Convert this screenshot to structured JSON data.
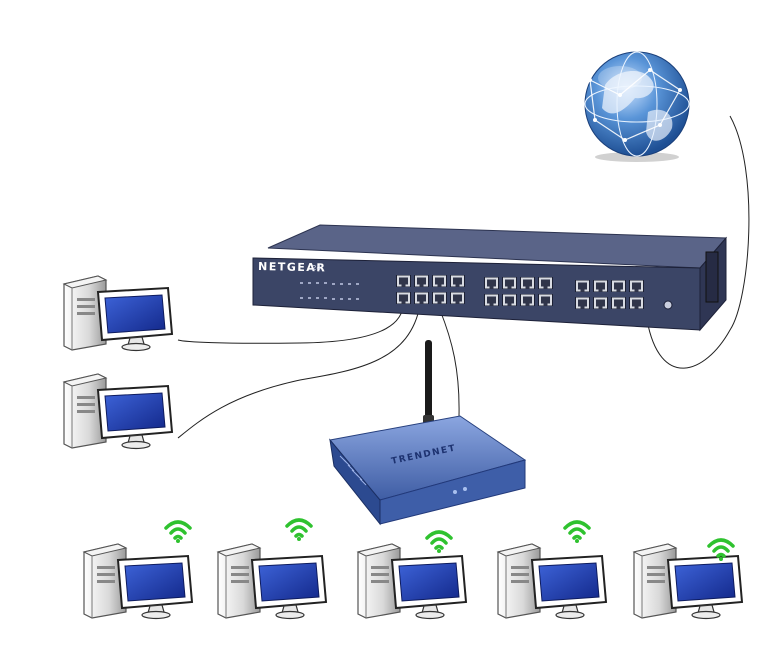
{
  "switch": {
    "brand": "NETGEAR",
    "model": "24",
    "port_count": 24
  },
  "router": {
    "brand": "TRENDNET"
  },
  "icons": {
    "internet": "globe-icon",
    "wired_computer": "desktop-computer-icon",
    "wireless_computer": "desktop-computer-icon",
    "wifi": "wifi-signal-icon",
    "antenna": "antenna-icon"
  },
  "colors": {
    "switch_body": "#4a5578",
    "switch_face": "#3b4566",
    "router_body": "#4f6fb5",
    "globe": "#3d79c4",
    "monitor_screen": "#1e3fa8",
    "wifi": "#33cc33",
    "cable": "#222222",
    "case": "#dedede"
  },
  "computers": {
    "wired_count": 2,
    "wireless_count": 5
  }
}
